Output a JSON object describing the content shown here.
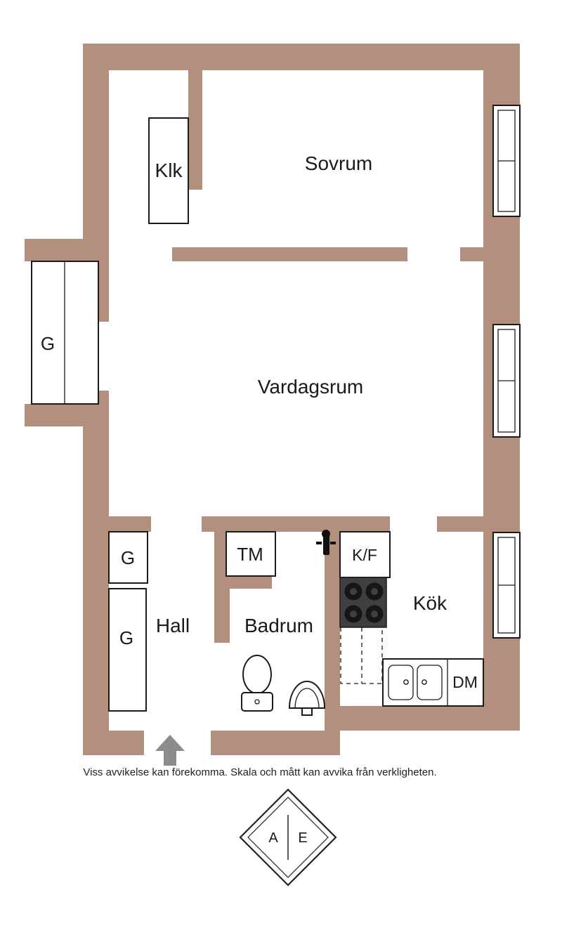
{
  "rooms": {
    "klk": "Klk",
    "sovrum": "Sovrum",
    "vardagsrum": "Vardagsrum",
    "hall": "Hall",
    "badrum": "Badrum",
    "kok": "Kök"
  },
  "closets": {
    "left": "G",
    "hall_small": "G",
    "hall_tall": "G"
  },
  "appliances": {
    "tm": "TM",
    "kf": "K/F",
    "dm": "DM"
  },
  "disclaimer": "Viss avvikelse kan förekomma. Skala och mått kan avvika från verkligheten.",
  "logo": {
    "left_letter": "A",
    "right_letter": "E"
  },
  "colors": {
    "wall": "#b3907e",
    "line": "#1a1a1a",
    "arrow": "#8c8c8c",
    "stove": "#3f3f3f"
  }
}
